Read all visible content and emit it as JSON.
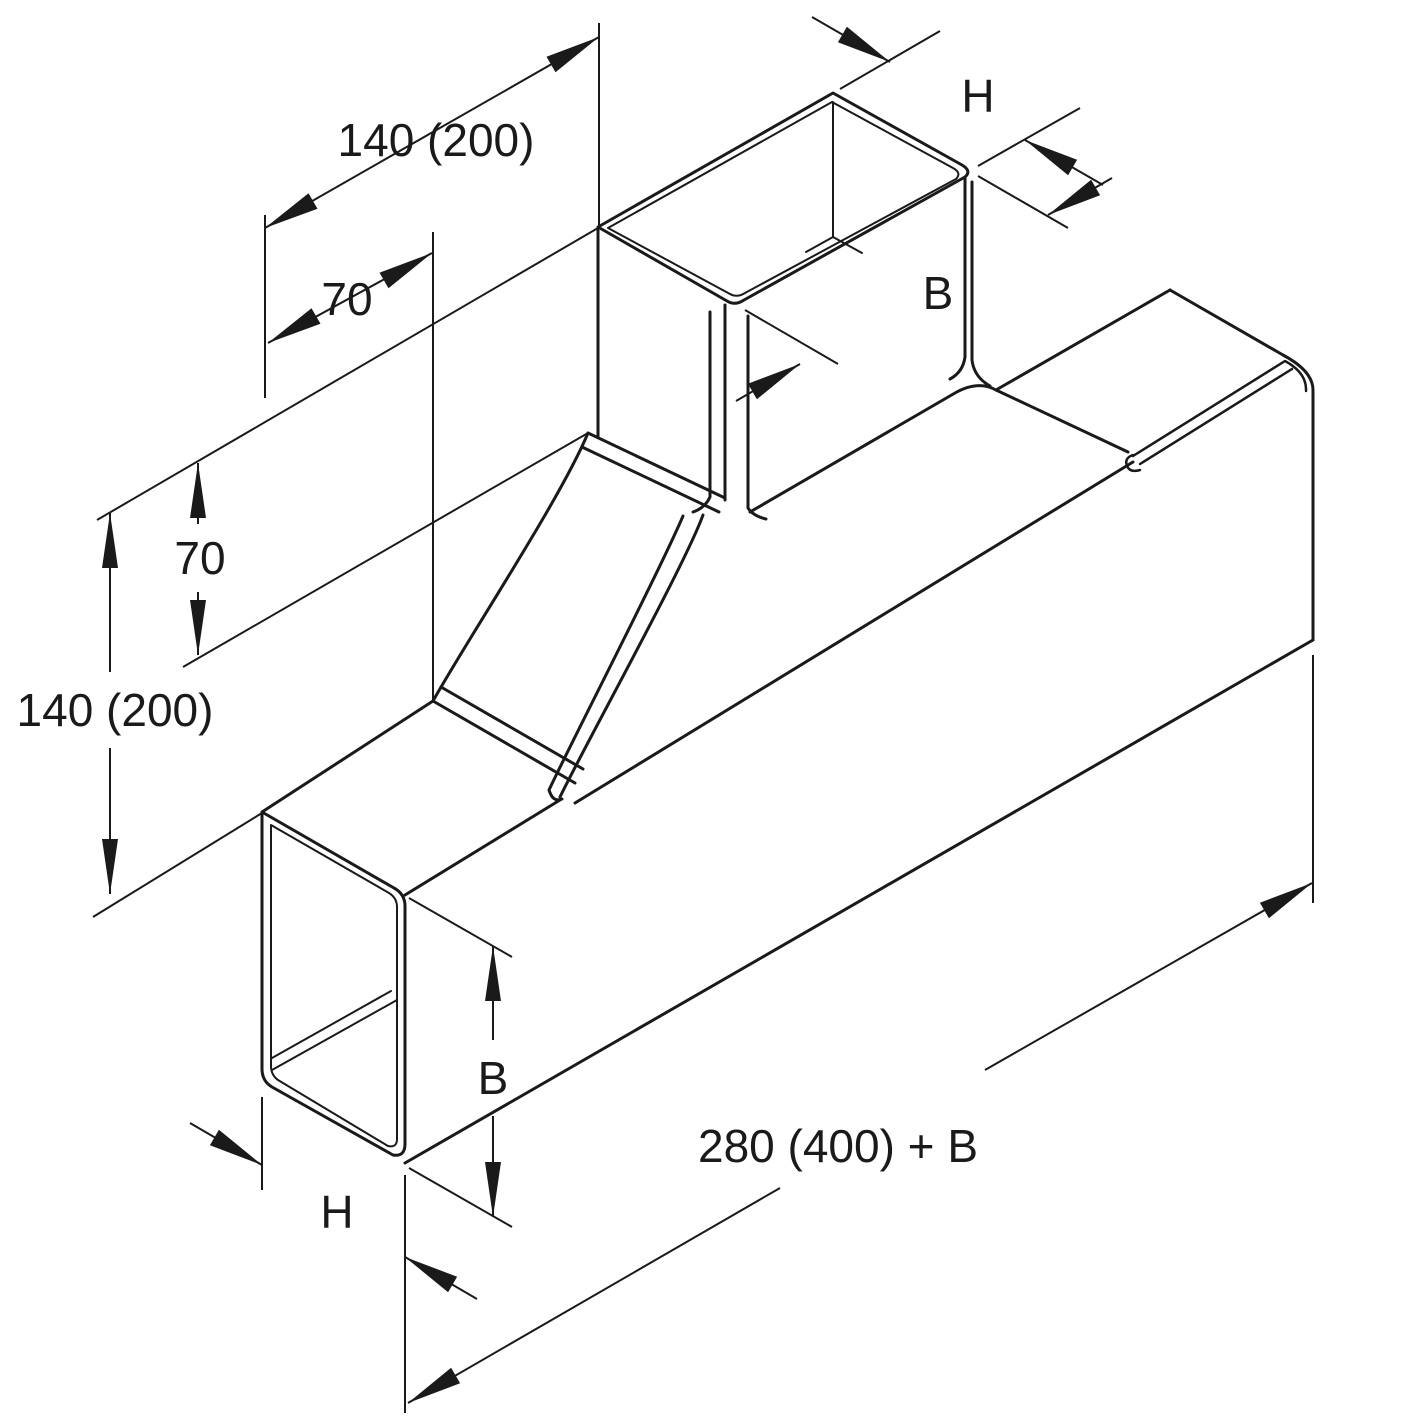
{
  "drawing": {
    "type": "isometric-technical-line-drawing",
    "subject": "rectangular-duct-offset-fitting-with-top-outlet-and-cover",
    "colors": {
      "line": "#1a1a1a",
      "background": "#ffffff"
    }
  },
  "labels": {
    "dim_length_top": "140 (200)",
    "dim_offset_top": "70",
    "dim_height_70": "70",
    "dim_height_140": "140 (200)",
    "dim_h_top": "H",
    "dim_b_top": "B",
    "dim_b_side": "B",
    "dim_h_bottom": "H",
    "dim_total_length": "280 (400) + B"
  }
}
